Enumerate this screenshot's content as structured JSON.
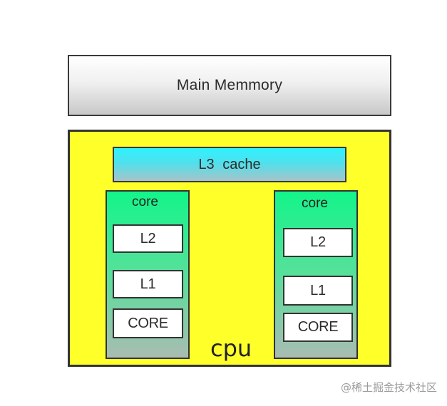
{
  "main_memory": {
    "label": "Main Memmory"
  },
  "cpu": {
    "label": "cpu",
    "l3": "L3  cache",
    "cores": [
      {
        "title": "core",
        "l2": "L2",
        "l1": "L1",
        "core": "CORE"
      },
      {
        "title": "core",
        "l2": "L2",
        "l1": "L1",
        "core": "CORE"
      }
    ]
  },
  "watermark": "@稀土掘金技术社区",
  "colors": {
    "cpu_fill": "#ffff2a",
    "l3_top": "#2ff2ff",
    "core_top": "#13f58a",
    "memory_bottom": "#c8c8c8"
  }
}
